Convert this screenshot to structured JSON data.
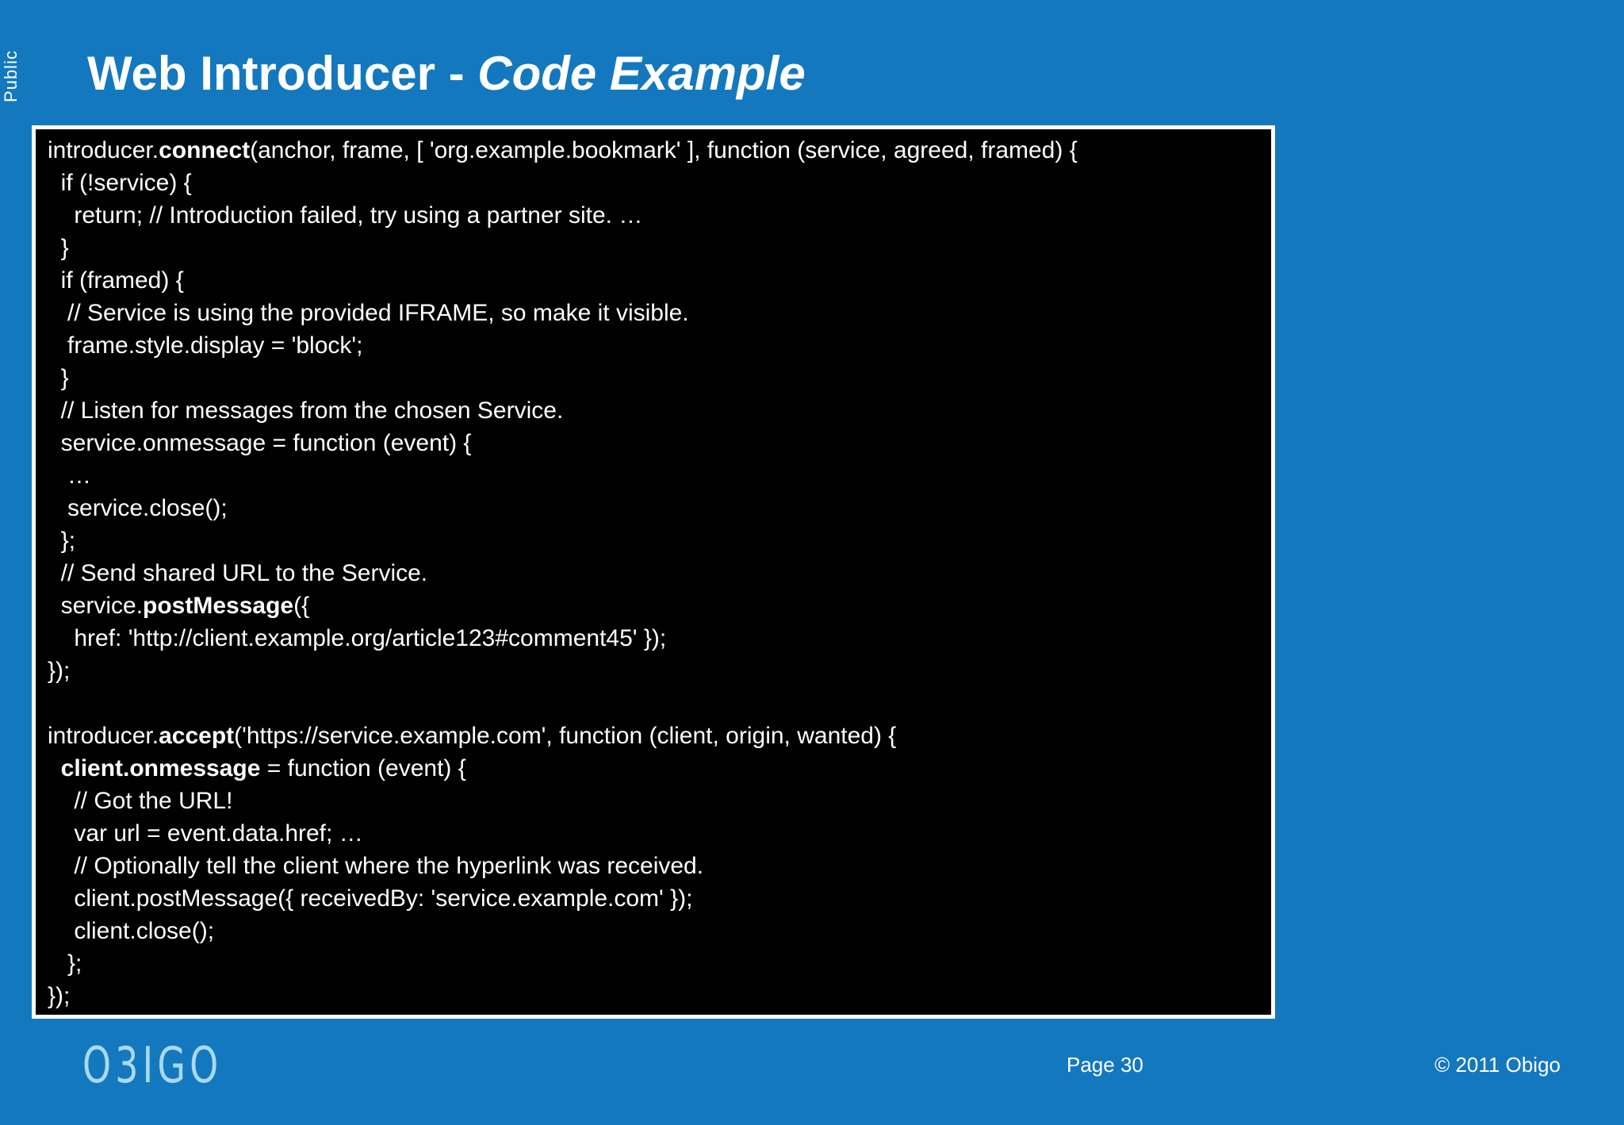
{
  "meta": {
    "classification": "Public"
  },
  "title": {
    "main": "Web Introducer - ",
    "emphasis": "Code Example"
  },
  "code_block": {
    "lines": [
      [
        {
          "t": "introducer.",
          "b": false
        },
        {
          "t": "connect",
          "b": true
        },
        {
          "t": "(anchor, frame, [ 'org.example.bookmark' ], function (service, agreed, framed) {",
          "b": false
        }
      ],
      [
        {
          "t": "  if (!service) {",
          "b": false
        }
      ],
      [
        {
          "t": "    return; // Introduction failed, try using a partner site. …",
          "b": false
        }
      ],
      [
        {
          "t": "  }",
          "b": false
        }
      ],
      [
        {
          "t": "  if (framed) {",
          "b": false
        }
      ],
      [
        {
          "t": "   // Service is using the provided IFRAME, so make it visible.",
          "b": false
        }
      ],
      [
        {
          "t": "   frame.style.display = 'block';",
          "b": false
        }
      ],
      [
        {
          "t": "  }",
          "b": false
        }
      ],
      [
        {
          "t": "  // Listen for messages from the chosen Service.",
          "b": false
        }
      ],
      [
        {
          "t": "  service.onmessage = function (event) {",
          "b": false
        }
      ],
      [
        {
          "t": "   …",
          "b": false
        }
      ],
      [
        {
          "t": "   service.close();",
          "b": false
        }
      ],
      [
        {
          "t": "  };",
          "b": false
        }
      ],
      [
        {
          "t": "  // Send shared URL to the Service.",
          "b": false
        }
      ],
      [
        {
          "t": "  service.",
          "b": false
        },
        {
          "t": "postMessage",
          "b": true
        },
        {
          "t": "({",
          "b": false
        }
      ],
      [
        {
          "t": "    href: 'http://client.example.org/article123#comment45' });",
          "b": false
        }
      ],
      [
        {
          "t": "});",
          "b": false
        }
      ],
      [],
      [
        {
          "t": "introducer.",
          "b": false
        },
        {
          "t": "accept",
          "b": true
        },
        {
          "t": "('https://service.example.com', function (client, origin, wanted) {",
          "b": false
        }
      ],
      [
        {
          "t": "  ",
          "b": false
        },
        {
          "t": "client.onmessage",
          "b": true
        },
        {
          "t": " = function (event) {",
          "b": false
        }
      ],
      [
        {
          "t": "    // Got the URL!",
          "b": false
        }
      ],
      [
        {
          "t": "    var url = event.data.href; …",
          "b": false
        }
      ],
      [
        {
          "t": "    // Optionally tell the client where the hyperlink was received.",
          "b": false
        }
      ],
      [
        {
          "t": "    client.postMessage({ receivedBy: 'service.example.com' });",
          "b": false
        }
      ],
      [
        {
          "t": "    client.close();",
          "b": false
        }
      ],
      [
        {
          "t": "   };",
          "b": false
        }
      ],
      [
        {
          "t": "});",
          "b": false
        }
      ]
    ]
  },
  "footer": {
    "logo": "O3IGO",
    "page": "Page 30",
    "copyright": "© 2011 Obigo"
  },
  "colors": {
    "background": "#1478BE",
    "code_background": "#010101",
    "code_border": "#FFFFFF",
    "text": "#FFFFFF",
    "logo": "#A9D9F1"
  }
}
